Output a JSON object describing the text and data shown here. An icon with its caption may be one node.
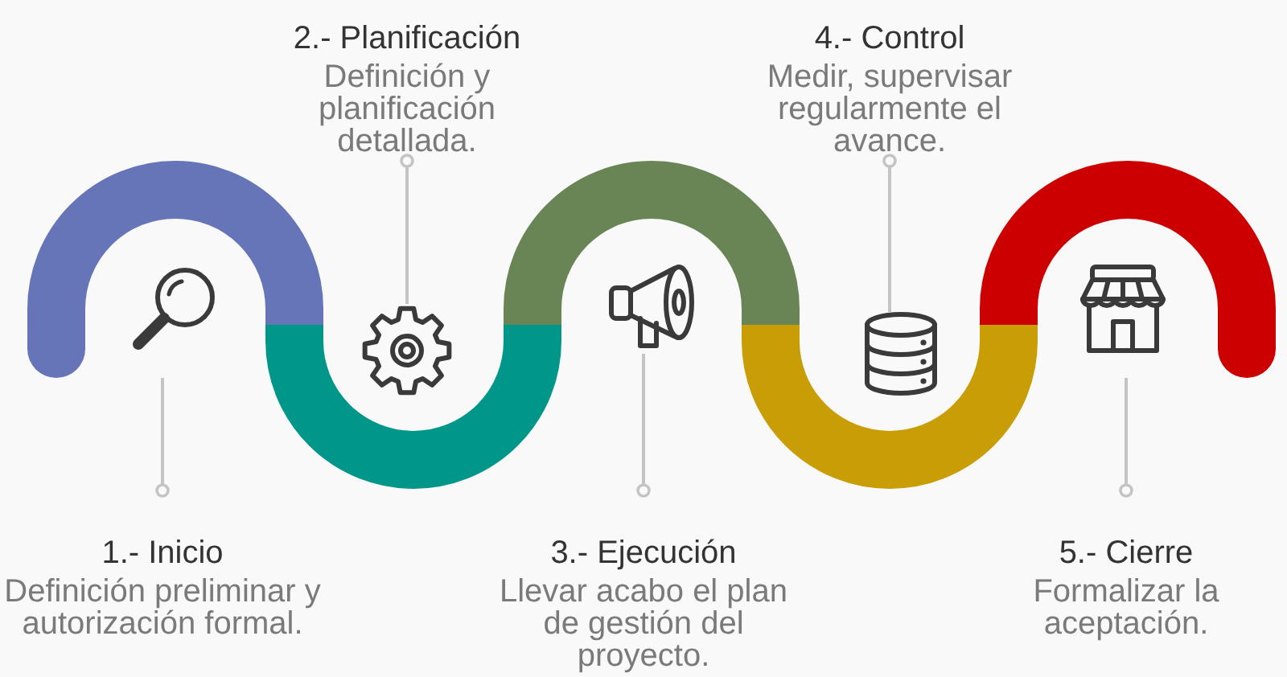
{
  "diagram": {
    "nodes": [
      {
        "text": [],
        "shape": "arc"
      },
      {
        "text": [],
        "shape": "arc"
      },
      {
        "text": [],
        "shape": "arc"
      },
      {
        "text": [],
        "shape": "arc"
      },
      {
        "text": [],
        "shape": "arc"
      },
      {
        "text": [
          "1.- Inicio",
          "Definición preliminar y autorización formal."
        ]
      },
      {
        "text": [
          "2.- Planificación",
          "Definición y planificación detallada."
        ]
      },
      {
        "text": [
          "3.- Ejecución",
          "Llevar acabo el plan de gestión del proyecto."
        ]
      },
      {
        "text": [
          "4.- Control",
          "Medir, supervisar regularmente el avance."
        ]
      },
      {
        "text": [
          "5.- Cierre",
          "Formalizar la aceptación."
        ]
      }
    ],
    "edges": [
      {
        "from": 5,
        "to": 0,
        "arrow": "other"
      },
      {
        "from": 6,
        "to": 1,
        "arrow": "other"
      },
      {
        "from": 7,
        "to": 2,
        "arrow": "other"
      },
      {
        "from": 8,
        "to": 3,
        "arrow": "other"
      },
      {
        "from": 9,
        "to": 4,
        "arrow": "other"
      }
    ]
  }
}
